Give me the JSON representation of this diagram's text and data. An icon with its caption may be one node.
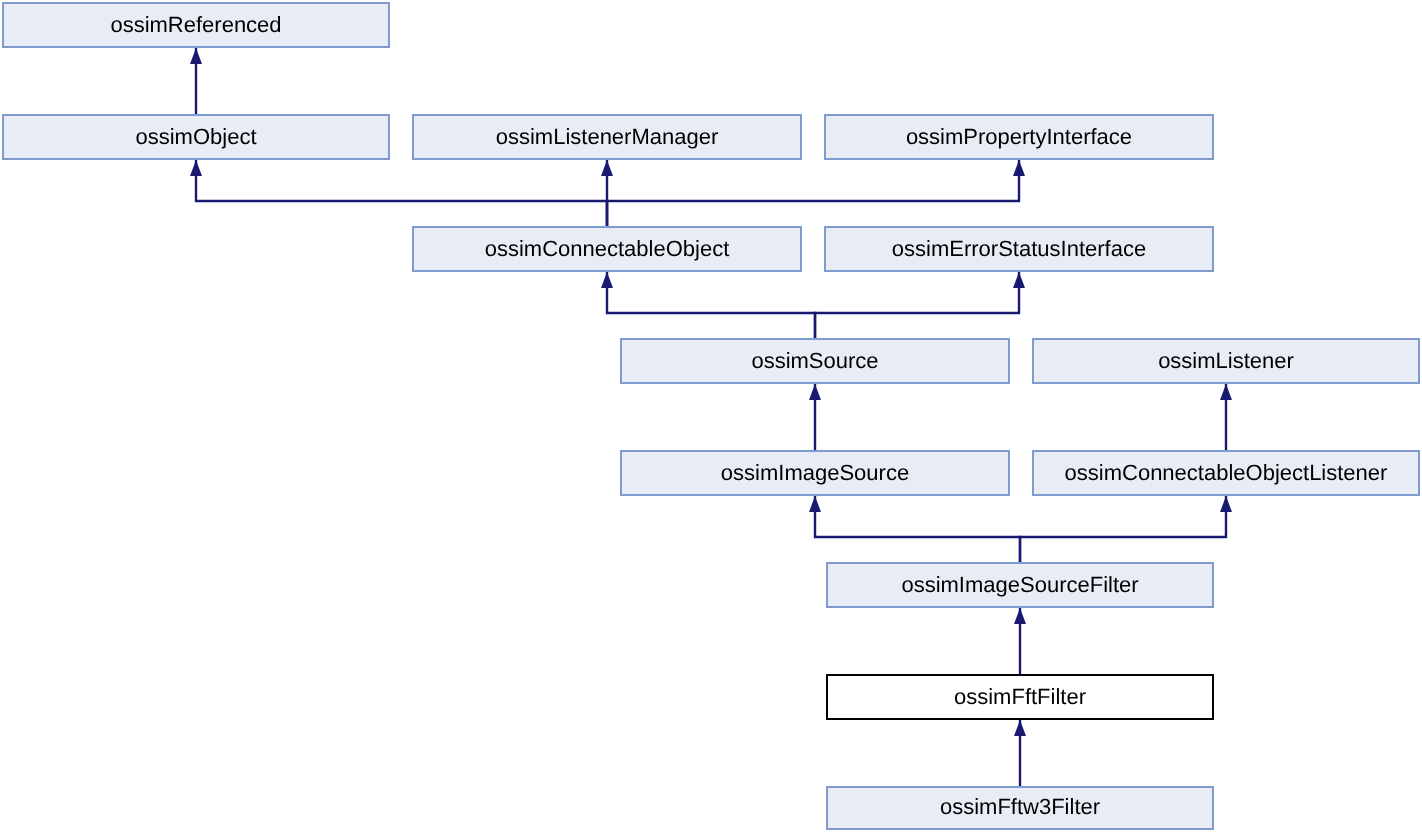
{
  "diagram": {
    "nodes": [
      {
        "text": [
          "ossimReferenced"
        ]
      },
      {
        "text": [
          "ossimObject"
        ]
      },
      {
        "text": [
          "ossimListenerManager"
        ]
      },
      {
        "text": [
          "ossimPropertyInterface"
        ]
      },
      {
        "text": [
          "ossimConnectableObject"
        ]
      },
      {
        "text": [
          "ossimErrorStatusInterface"
        ]
      },
      {
        "text": [
          "ossimSource"
        ]
      },
      {
        "text": [
          "ossimListener"
        ]
      },
      {
        "text": [
          "ossimImageSource"
        ]
      },
      {
        "text": [
          "ossimConnectableObjectListener"
        ]
      },
      {
        "text": [
          "ossimImageSourceFilter"
        ]
      },
      {
        "text": [
          "ossimFftFilter"
        ]
      },
      {
        "text": [
          "ossimFftw3Filter"
        ]
      }
    ],
    "edges": [
      {
        "from": 1,
        "to": 0,
        "arrow": "to"
      },
      {
        "from": 4,
        "to": 1,
        "arrow": "to"
      },
      {
        "from": 4,
        "to": 2,
        "arrow": "to"
      },
      {
        "from": 4,
        "to": 3,
        "arrow": "to"
      },
      {
        "from": 6,
        "to": 4,
        "arrow": "to"
      },
      {
        "from": 6,
        "to": 5,
        "arrow": "to"
      },
      {
        "from": 8,
        "to": 6,
        "arrow": "to"
      },
      {
        "from": 9,
        "to": 7,
        "arrow": "to"
      },
      {
        "from": 10,
        "to": 8,
        "arrow": "to"
      },
      {
        "from": 10,
        "to": 9,
        "arrow": "to"
      },
      {
        "from": 11,
        "to": 10,
        "arrow": "to"
      },
      {
        "from": 12,
        "to": 11,
        "arrow": "to"
      }
    ]
  }
}
